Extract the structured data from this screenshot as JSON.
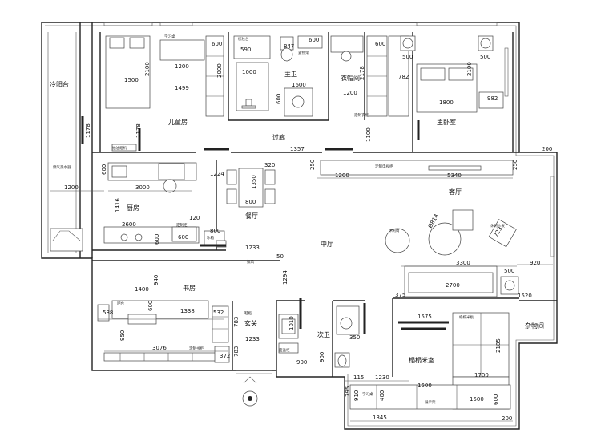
{
  "rooms": {
    "cold_balcony": "冷阳台",
    "childrens_room": "儿童房",
    "master_bath": "主卫",
    "closet": "衣帽间",
    "master_bedroom": "主卧室",
    "corridor": "过廊",
    "living_room": "客厅",
    "kitchen": "厨房",
    "dining_room": "餐厅",
    "middle_hall": "中厅",
    "study": "书房",
    "entrance": "玄关",
    "second_bath": "次卫",
    "tatami_room": "榻榻米室",
    "storage": "杂物间"
  },
  "notes": {
    "study_desk_top": "学习桌",
    "vanity": "梳妆台",
    "shelf": "置物架",
    "custom_hood": "抽油烟机",
    "gas_heater": "燃气热水器",
    "custom_tv_cabinet": "定制电视柜",
    "leisure_chair": "休闲椅",
    "casual_sofa": "休闲沙发",
    "fridge": "冰箱",
    "shoe_cabinet": "鞋柜",
    "custom_bookcase": "定制书柜",
    "tatami_board": "榻榻米板",
    "study_desk_bottom": "学习桌",
    "bar_counter": "吧台",
    "custom_cabinet": "定制柜",
    "sink_cabinet": "面盆柜",
    "display_rack": "展示架",
    "fan_note": "排风",
    "wardrobe_note": "定制衣柜"
  },
  "dimensions": {
    "d600a": "600",
    "d600b": "600",
    "d600c": "600",
    "d600d": "600",
    "d590": "590",
    "d847": "847",
    "d500a": "500",
    "d500b": "500",
    "d2100a": "2100",
    "d1200a": "1200",
    "d2000": "2000",
    "d1000": "1000",
    "d1600": "1600",
    "d2178": "2178",
    "d782": "782",
    "d2100b": "2100",
    "d1500a": "1500",
    "d1499": "1499",
    "d600e": "600",
    "d1200b": "1200",
    "d1800": "1800",
    "d982": "982",
    "d1178a": "1178",
    "d1178b": "1178",
    "d1100": "1100",
    "d1357": "1357",
    "d200a": "200",
    "d600f": "600",
    "d1224": "1224",
    "d320": "320",
    "d250a": "250",
    "d1200c": "1200",
    "d5340": "5340",
    "d250b": "250",
    "d1200d": "1200",
    "d3000": "3000",
    "d1350": "1350",
    "d800a": "800",
    "d1416": "1416",
    "d120": "120",
    "d800b": "800",
    "d2600": "2600",
    "d600g": "600",
    "d600h": "600",
    "d1233a": "1233",
    "d50": "50",
    "d814": "Ø814",
    "d723": "723",
    "d3300": "3300",
    "d920": "920",
    "d500c": "500",
    "d1400": "1400",
    "d940": "940",
    "d1294": "1294",
    "d2700": "2700",
    "d375": "375",
    "d1520": "1520",
    "d538": "538",
    "d600i": "600",
    "d1338": "1338",
    "d532": "532",
    "d783a": "783",
    "d783b": "783",
    "d1010": "1010",
    "d350": "350",
    "d1575": "1575",
    "d1233b": "1233",
    "d950": "950",
    "d3076": "3076",
    "d372": "372",
    "d900a": "900",
    "d900b": "900",
    "d2185": "2185",
    "d1700": "1700",
    "d115": "115",
    "d1230": "1230",
    "d795": "795",
    "d400": "400",
    "d1500b": "1500",
    "d1500c": "1500",
    "d600j": "600",
    "d1345": "1345",
    "d200b": "200",
    "d910": "910"
  },
  "icons": {
    "entrance_mark": "entry-arrow-icon"
  }
}
